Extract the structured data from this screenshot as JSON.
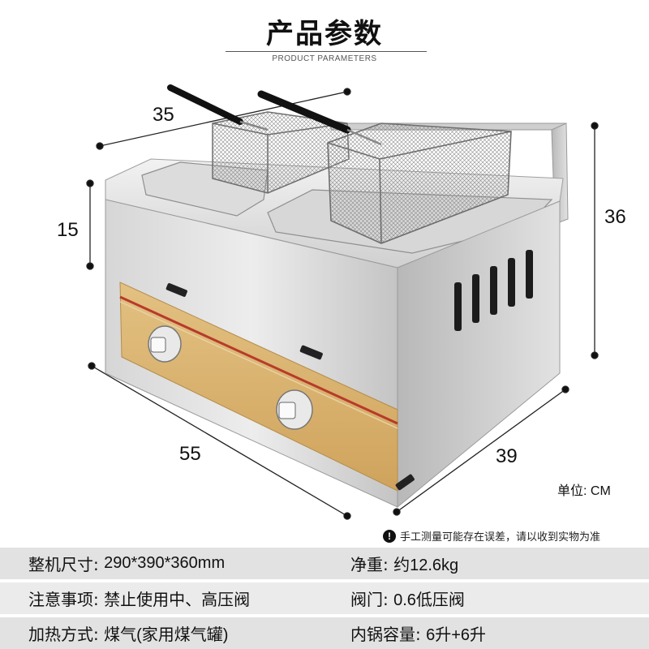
{
  "header": {
    "title": "产品参数",
    "subtitle": "PRODUCT PARAMETERS"
  },
  "dimensions": {
    "basket_width": "35",
    "tank_depth": "15",
    "height": "36",
    "length": "55",
    "width": "39"
  },
  "unit_label": "单位: CM",
  "note": {
    "icon": "!",
    "text": "手工测量可能存在误差，请以收到实物为准"
  },
  "specs": [
    {
      "left_label": "整机尺寸: ",
      "left_value": "290*390*360mm",
      "right_label": "净重: ",
      "right_value": "约12.6kg"
    },
    {
      "left_label": "注意事项: ",
      "left_value": "禁止使用中、高压阀",
      "right_label": "阀门: ",
      "right_value": "0.6低压阀"
    },
    {
      "left_label": "加热方式: ",
      "left_value": "煤气(家用煤气罐)",
      "right_label": "内锅容量: ",
      "right_value": "6升+6升"
    }
  ],
  "colors": {
    "panel_gold": "#d9b36a",
    "panel_stripe": "#b83a2a",
    "steel_light": "#e6e6e6",
    "steel_mid": "#c6c6c6",
    "steel_dark": "#9a9a9a",
    "row_bg": "#e2e2e2"
  }
}
